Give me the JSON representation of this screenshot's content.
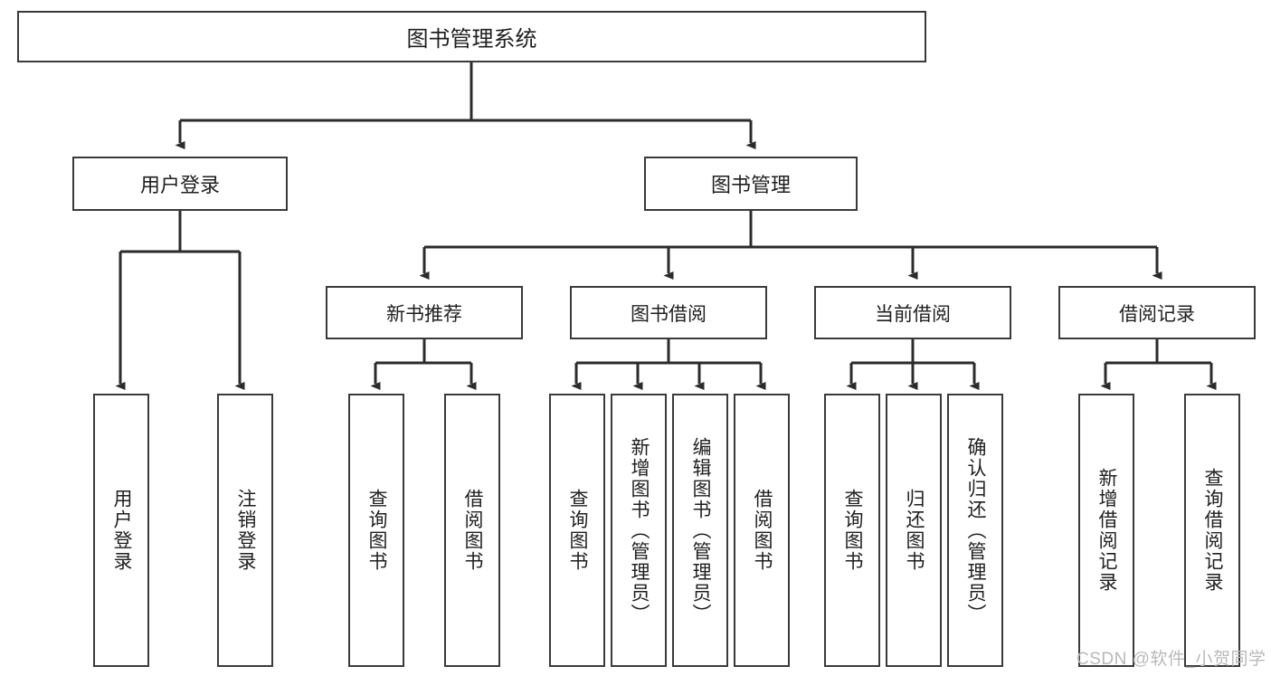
{
  "diagram": {
    "title_node": {
      "label": "图书管理系统"
    },
    "tier2": [
      {
        "id": "user-login",
        "label": "用户登录"
      },
      {
        "id": "book-management",
        "label": "图书管理"
      }
    ],
    "tier3": [
      {
        "id": "new-book-recommend",
        "label": "新书推荐"
      },
      {
        "id": "book-borrow",
        "label": "图书借阅"
      },
      {
        "id": "current-borrow",
        "label": "当前借阅"
      },
      {
        "id": "borrow-record",
        "label": "借阅记录"
      }
    ],
    "leaves": [
      {
        "id": "leaf-user-login",
        "label": "用户登录"
      },
      {
        "id": "leaf-logout-login",
        "label": "注销登录"
      },
      {
        "id": "leaf-query-book-1",
        "label": "查询图书"
      },
      {
        "id": "leaf-borrow-book-1",
        "label": "借阅图书"
      },
      {
        "id": "leaf-query-book-2",
        "label": "查询图书"
      },
      {
        "id": "leaf-add-book-admin",
        "label": "新增图书（管理员）"
      },
      {
        "id": "leaf-edit-book-admin",
        "label": "编辑图书（管理员）"
      },
      {
        "id": "leaf-borrow-book-2",
        "label": "借阅图书"
      },
      {
        "id": "leaf-query-book-3",
        "label": "查询图书"
      },
      {
        "id": "leaf-return-book",
        "label": "归还图书"
      },
      {
        "id": "leaf-confirm-return-admin",
        "label": "确认归还（管理员）"
      },
      {
        "id": "leaf-add-borrow-record",
        "label": "新增借阅记录"
      },
      {
        "id": "leaf-query-borrow-record",
        "label": "查询借阅记录"
      }
    ]
  },
  "watermark": {
    "text": "CSDN @软件_小贺同学"
  },
  "colors": {
    "box_border": "#3a3a3a",
    "box_fill": "#ffffff",
    "connector": "#2b2b2b",
    "text": "#1f1f1f",
    "watermark": "#b9b9b9"
  }
}
